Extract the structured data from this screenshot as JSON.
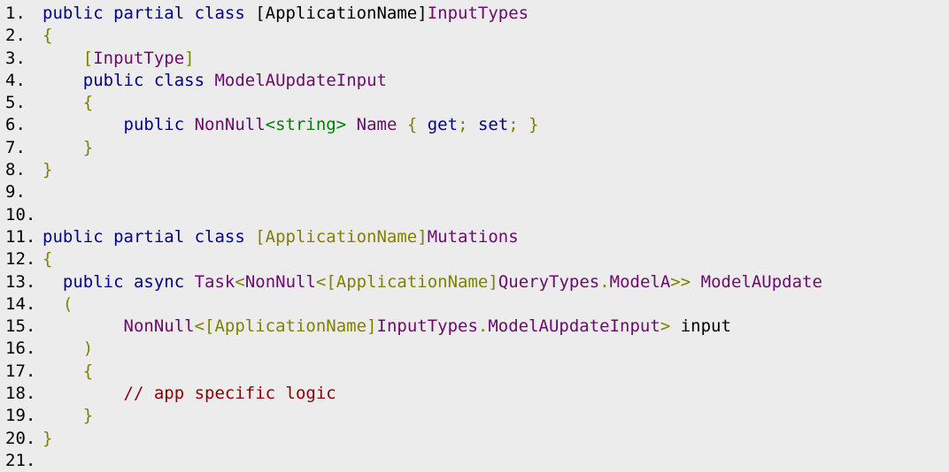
{
  "theme": {
    "background": "#ececec",
    "keyword": "#00008b",
    "type": "#6b0b6b",
    "punct": "#808000",
    "generic": "#008000",
    "comment": "#8b0000",
    "plain": "#000000"
  },
  "lines": [
    {
      "num": "1.",
      "indent": "",
      "tokens": [
        {
          "t": "public partial class ",
          "k": "keyword"
        },
        {
          "t": "[ApplicationName]",
          "k": "plain"
        },
        {
          "t": "InputTypes",
          "k": "type"
        }
      ]
    },
    {
      "num": "2.",
      "indent": "",
      "tokens": [
        {
          "t": "{",
          "k": "punct"
        }
      ]
    },
    {
      "num": "3.",
      "indent": "    ",
      "tokens": [
        {
          "t": "[",
          "k": "punct"
        },
        {
          "t": "InputType",
          "k": "type"
        },
        {
          "t": "]",
          "k": "punct"
        }
      ]
    },
    {
      "num": "4.",
      "indent": "    ",
      "tokens": [
        {
          "t": "public class ",
          "k": "keyword"
        },
        {
          "t": "ModelAUpdateInput",
          "k": "type"
        }
      ]
    },
    {
      "num": "5.",
      "indent": "    ",
      "tokens": [
        {
          "t": "{",
          "k": "punct"
        }
      ]
    },
    {
      "num": "6.",
      "indent": "        ",
      "tokens": [
        {
          "t": "public ",
          "k": "keyword"
        },
        {
          "t": "NonNull",
          "k": "type"
        },
        {
          "t": "<string>",
          "k": "generic"
        },
        {
          "t": " ",
          "k": "plain"
        },
        {
          "t": "Name",
          "k": "type"
        },
        {
          "t": " { ",
          "k": "punct"
        },
        {
          "t": "get",
          "k": "keyword"
        },
        {
          "t": "; ",
          "k": "punct"
        },
        {
          "t": "set",
          "k": "keyword"
        },
        {
          "t": "; }",
          "k": "punct"
        }
      ]
    },
    {
      "num": "7.",
      "indent": "    ",
      "tokens": [
        {
          "t": "}",
          "k": "punct"
        }
      ]
    },
    {
      "num": "8.",
      "indent": "",
      "tokens": [
        {
          "t": "}",
          "k": "punct"
        }
      ]
    },
    {
      "num": "9.",
      "indent": "",
      "tokens": []
    },
    {
      "num": "10.",
      "indent": "",
      "tokens": []
    },
    {
      "num": "11.",
      "indent": "",
      "tokens": [
        {
          "t": "public partial class ",
          "k": "keyword"
        },
        {
          "t": "[ApplicationName]",
          "k": "punct"
        },
        {
          "t": "Mutations",
          "k": "type"
        }
      ]
    },
    {
      "num": "12.",
      "indent": "",
      "tokens": [
        {
          "t": "{",
          "k": "punct"
        }
      ]
    },
    {
      "num": "13.",
      "indent": "  ",
      "tokens": [
        {
          "t": "public async ",
          "k": "keyword"
        },
        {
          "t": "Task",
          "k": "type"
        },
        {
          "t": "<",
          "k": "punct"
        },
        {
          "t": "NonNull",
          "k": "type"
        },
        {
          "t": "<[ApplicationName]",
          "k": "punct"
        },
        {
          "t": "QueryTypes",
          "k": "type"
        },
        {
          "t": ".",
          "k": "punct"
        },
        {
          "t": "ModelA",
          "k": "type"
        },
        {
          "t": ">> ",
          "k": "punct"
        },
        {
          "t": "ModelAUpdate",
          "k": "type"
        }
      ]
    },
    {
      "num": "14.",
      "indent": "  ",
      "tokens": [
        {
          "t": "(",
          "k": "punct"
        }
      ]
    },
    {
      "num": "15.",
      "indent": "        ",
      "tokens": [
        {
          "t": "NonNull",
          "k": "type"
        },
        {
          "t": "<[ApplicationName]",
          "k": "punct"
        },
        {
          "t": "InputTypes",
          "k": "type"
        },
        {
          "t": ".",
          "k": "punct"
        },
        {
          "t": "ModelAUpdateInput",
          "k": "type"
        },
        {
          "t": "> ",
          "k": "punct"
        },
        {
          "t": "input",
          "k": "plain"
        }
      ]
    },
    {
      "num": "16.",
      "indent": "    ",
      "tokens": [
        {
          "t": ")",
          "k": "punct"
        }
      ]
    },
    {
      "num": "17.",
      "indent": "    ",
      "tokens": [
        {
          "t": "{",
          "k": "punct"
        }
      ]
    },
    {
      "num": "18.",
      "indent": "        ",
      "tokens": [
        {
          "t": "// app specific logic",
          "k": "comment"
        }
      ]
    },
    {
      "num": "19.",
      "indent": "    ",
      "tokens": [
        {
          "t": "}",
          "k": "punct"
        }
      ]
    },
    {
      "num": "20.",
      "indent": "",
      "tokens": [
        {
          "t": "}",
          "k": "punct"
        }
      ]
    },
    {
      "num": "21.",
      "indent": "",
      "tokens": []
    }
  ]
}
